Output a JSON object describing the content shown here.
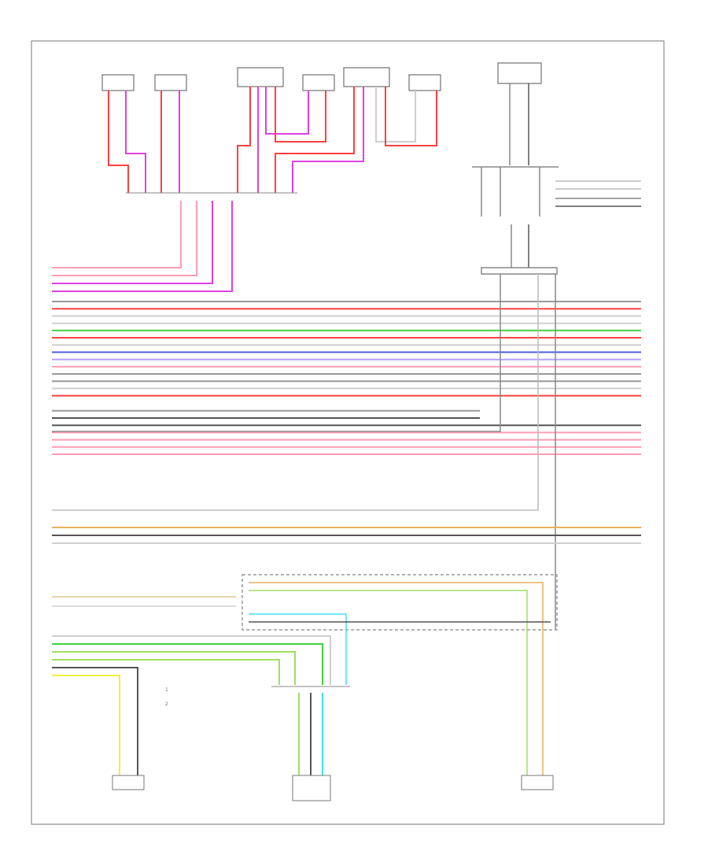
{
  "diagram": {
    "frame_code": "",
    "legend": [
      {
        "marker": "1",
        "text": ""
      },
      {
        "marker": "2",
        "text": ""
      }
    ],
    "connectors": [
      {
        "id": "c1",
        "name": ""
      },
      {
        "id": "c2",
        "name": ""
      },
      {
        "id": "c3",
        "name": ""
      },
      {
        "id": "c4",
        "name": ""
      },
      {
        "id": "c5",
        "name": ""
      },
      {
        "id": "c6",
        "name": ""
      },
      {
        "id": "c7",
        "name": ""
      },
      {
        "id": "c8",
        "name": ""
      },
      {
        "id": "c9",
        "name": ""
      },
      {
        "id": "c10",
        "name": ""
      }
    ],
    "wire_colors": {
      "red": "#ff4040",
      "pink": "#ff9cb4",
      "magenta": "#e040e0",
      "grey": "#9a9a9a",
      "lightgrey": "#cfcfcf",
      "green": "#40d040",
      "lightgreen": "#9fe060",
      "blue": "#5060e0",
      "lavender": "#b0a0ff",
      "cyan": "#40e0f0",
      "yellow": "#f0f040",
      "orange": "#e8b060",
      "dark": "#555555",
      "tan": "#d8c890"
    },
    "harness_lines": [
      {
        "color": "pink",
        "side": "left"
      },
      {
        "color": "pink",
        "side": "left"
      },
      {
        "color": "magenta",
        "side": "left"
      },
      {
        "color": "magenta",
        "side": "left"
      },
      {
        "color": "grey",
        "side": "both"
      },
      {
        "color": "red",
        "side": "both"
      },
      {
        "color": "lightgrey",
        "side": "both"
      },
      {
        "color": "lightgrey",
        "side": "both"
      },
      {
        "color": "green",
        "side": "both"
      },
      {
        "color": "red",
        "side": "both"
      },
      {
        "color": "lightgrey",
        "side": "both"
      },
      {
        "color": "blue",
        "side": "both"
      },
      {
        "color": "lavender",
        "side": "both"
      },
      {
        "color": "pink",
        "side": "both"
      },
      {
        "color": "grey",
        "side": "both"
      },
      {
        "color": "grey",
        "side": "both"
      },
      {
        "color": "lightgrey",
        "side": "both"
      },
      {
        "color": "red",
        "side": "both"
      },
      {
        "color": "grey",
        "side": "left"
      },
      {
        "color": "dark",
        "side": "left"
      },
      {
        "color": "dark",
        "side": "both"
      },
      {
        "color": "pink",
        "side": "both"
      },
      {
        "color": "pink",
        "side": "both"
      },
      {
        "color": "pink",
        "side": "both"
      },
      {
        "color": "pink",
        "side": "both"
      }
    ]
  }
}
